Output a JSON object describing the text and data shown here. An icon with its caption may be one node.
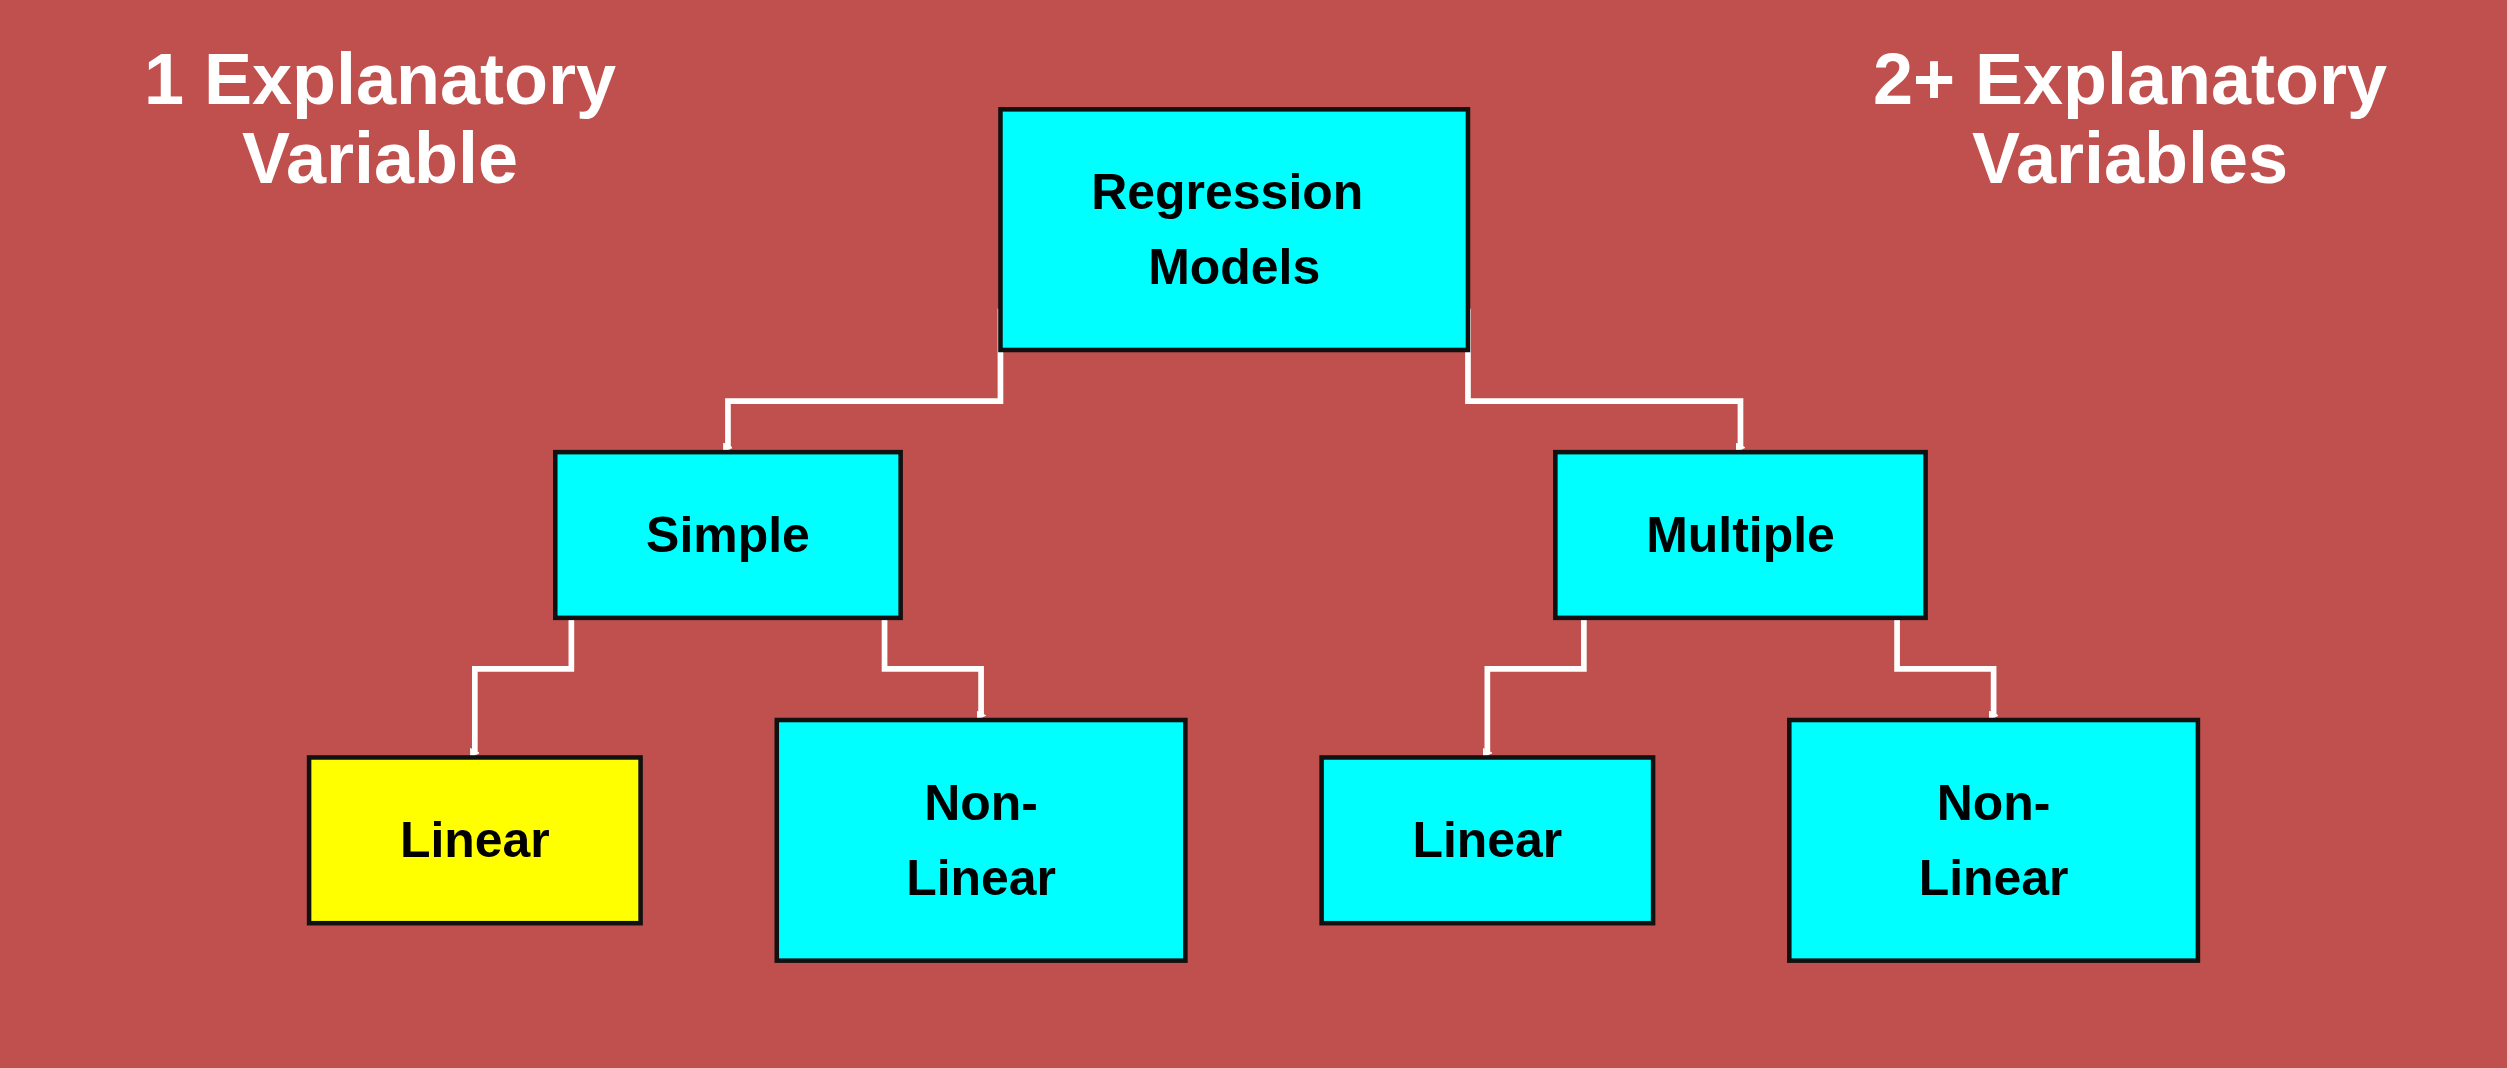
{
  "diagram": {
    "nodes": [
      {
        "text": [
          "Regression Models"
        ]
      },
      {
        "text": [
          "Simple"
        ]
      },
      {
        "text": [
          "Multiple"
        ]
      },
      {
        "text": [
          "Linear"
        ]
      },
      {
        "text": [
          "Non-Linear"
        ]
      },
      {
        "text": [
          "Linear"
        ]
      },
      {
        "text": [
          "Non-Linear"
        ]
      }
    ],
    "edges": [
      {
        "from": 0,
        "to": 1,
        "arrow": "to"
      },
      {
        "from": 0,
        "to": 2,
        "arrow": "to"
      },
      {
        "from": 1,
        "to": 3,
        "arrow": "to"
      },
      {
        "from": 1,
        "to": 4,
        "arrow": "to"
      },
      {
        "from": 2,
        "to": 5,
        "arrow": "to"
      },
      {
        "from": 2,
        "to": 6,
        "arrow": "to"
      }
    ],
    "labels": [
      "1 Explanatory Variable",
      "2+ Explanatory Variables"
    ]
  }
}
